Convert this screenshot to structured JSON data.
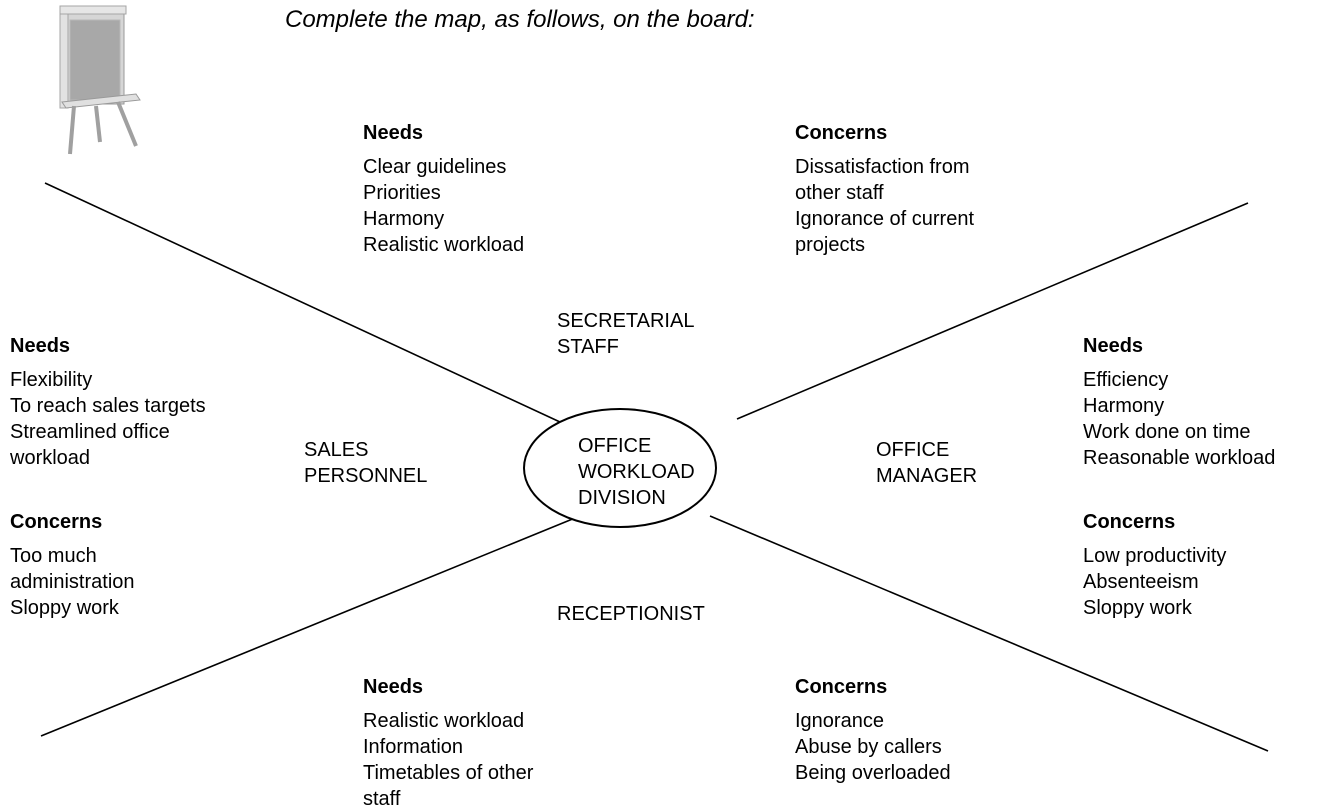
{
  "instruction": "Complete the map, as follows, on the board:",
  "center": {
    "lines": [
      "OFFICE",
      "WORKLOAD",
      "DIVISION"
    ]
  },
  "groups": {
    "secretarial": {
      "label": [
        "SECRETARIAL",
        "STAFF"
      ],
      "needs": {
        "heading": "Needs",
        "items": [
          "Clear guidelines",
          "Priorities",
          "Harmony",
          "Realistic workload"
        ]
      },
      "concerns": {
        "heading": "Concerns",
        "items": [
          "Dissatisfaction from",
          "other staff",
          "Ignorance of current",
          "projects"
        ]
      }
    },
    "sales": {
      "label": [
        "SALES",
        "PERSONNEL"
      ],
      "needs": {
        "heading": "Needs",
        "items": [
          "Flexibility",
          "To reach sales targets",
          "Streamlined office",
          "workload"
        ]
      },
      "concerns": {
        "heading": "Concerns",
        "items": [
          "Too much",
          "administration",
          "Sloppy work"
        ]
      }
    },
    "manager": {
      "label": [
        "OFFICE",
        "MANAGER"
      ],
      "needs": {
        "heading": "Needs",
        "items": [
          "Efficiency",
          "Harmony",
          "Work done on time",
          "Reasonable workload"
        ]
      },
      "concerns": {
        "heading": "Concerns",
        "items": [
          "Low productivity",
          "Absenteeism",
          "Sloppy work"
        ]
      }
    },
    "receptionist": {
      "label": [
        "RECEPTIONIST"
      ],
      "needs": {
        "heading": "Needs",
        "items": [
          "Realistic workload",
          "Information",
          "Timetables of other",
          "staff"
        ]
      },
      "concerns": {
        "heading": "Concerns",
        "items": [
          "Ignorance",
          "Abuse by callers",
          "Being overloaded"
        ]
      }
    }
  },
  "icons": {
    "board": "easel-board-icon"
  }
}
